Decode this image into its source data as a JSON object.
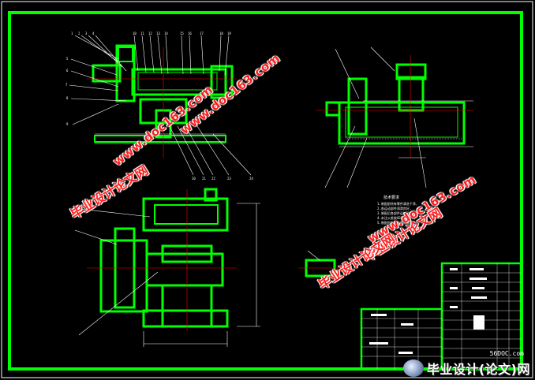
{
  "drawing": {
    "notes_title": "技术要求",
    "notes": [
      "1.装配前所有零件清洗干净,",
      "2.各运动部件润滑良好,",
      "3.装配后各部件运转灵活,",
      "4.未注公差按GB1804-79,",
      "5.装配时各配合面涂润滑油,"
    ]
  },
  "watermarks": {
    "url_1": "www.doc163.com",
    "cn_1": "毕业设计论文网",
    "url_2": "www.doc163.com",
    "cn_2": "毕业设计论文网",
    "url_3": "www.doc163.com",
    "cn_3": "毕业设计论文网"
  },
  "brand": {
    "label": "毕业设计(论文)网",
    "site": "56DOC.com"
  },
  "colors": {
    "background": "#000000",
    "frame": "#00ff00",
    "part_outline": "#00ff00",
    "dimension": "#ffffff",
    "centerline": "#ff0000",
    "watermark": "#ff2020"
  }
}
